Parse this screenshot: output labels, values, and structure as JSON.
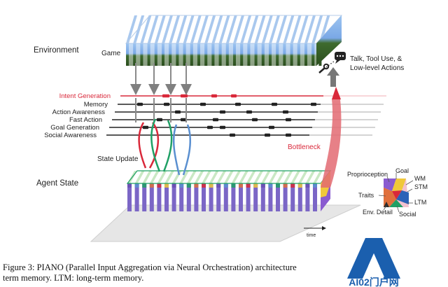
{
  "labels": {
    "environment": "Environment",
    "game": "Game",
    "actions": [
      "Talk, Tool Use, &",
      "Low-level Actions"
    ],
    "agent_state": "Agent State",
    "state_update": "State Update",
    "bottleneck": "Bottleneck",
    "time": "time"
  },
  "modules": [
    {
      "name": "Intent Generation",
      "color": "#d9283a"
    },
    {
      "name": "Memory",
      "color": "#222222"
    },
    {
      "name": "Action Awareness",
      "color": "#222222"
    },
    {
      "name": "Fast Action",
      "color": "#222222"
    },
    {
      "name": "Goal Generation",
      "color": "#222222"
    },
    {
      "name": "Social Awareness",
      "color": "#222222"
    }
  ],
  "state_components": [
    "Proprioception",
    "Goal",
    "WM",
    "STM",
    "Traits",
    "LTM",
    "Env. Detail",
    "Social"
  ],
  "caption": {
    "line1": "Figure 3: PIANO (Parallel Input Aggregation via Neural Orchestration) architecture",
    "line2": "term memory. LTM: long-term memory."
  },
  "watermark": "AI02门户网",
  "colors": {
    "accent_red": "#d9283a",
    "green": "#1fa065",
    "blue": "#5a8fd0",
    "purple": "#6a4fb2"
  }
}
